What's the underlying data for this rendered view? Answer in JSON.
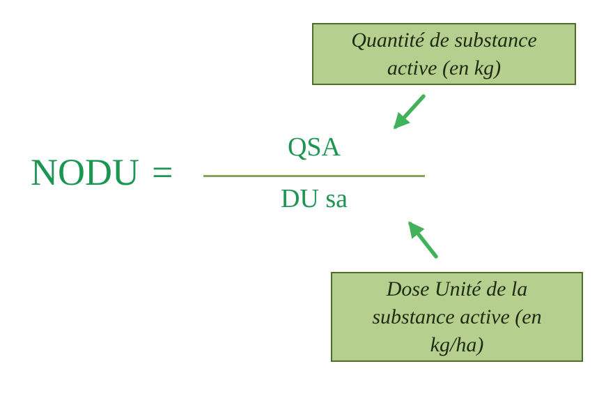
{
  "diagram": {
    "title": "NODU formula diagram",
    "formula": {
      "lhs": "NODU",
      "equals_sign": "=",
      "numerator": "QSA",
      "denominator": "DU sa"
    },
    "callout_top": {
      "lines": [
        "Quantité de substance",
        "active (en kg)"
      ]
    },
    "callout_bottom": {
      "lines": [
        "Dose Unité de la",
        "substance active (en",
        "kg/ha)"
      ]
    },
    "icons": {
      "arrow_top": "arrow-down-left",
      "arrow_bottom": "arrow-up-left"
    },
    "colors": {
      "background": "#ffffff",
      "box_fill": "#b5d08e",
      "box_border": "#4e6b28",
      "box_text": "#1e2a12",
      "formula_green": "#1b9551",
      "fraction_line": "#85a35a",
      "arrow_green": "#41b15a"
    }
  }
}
